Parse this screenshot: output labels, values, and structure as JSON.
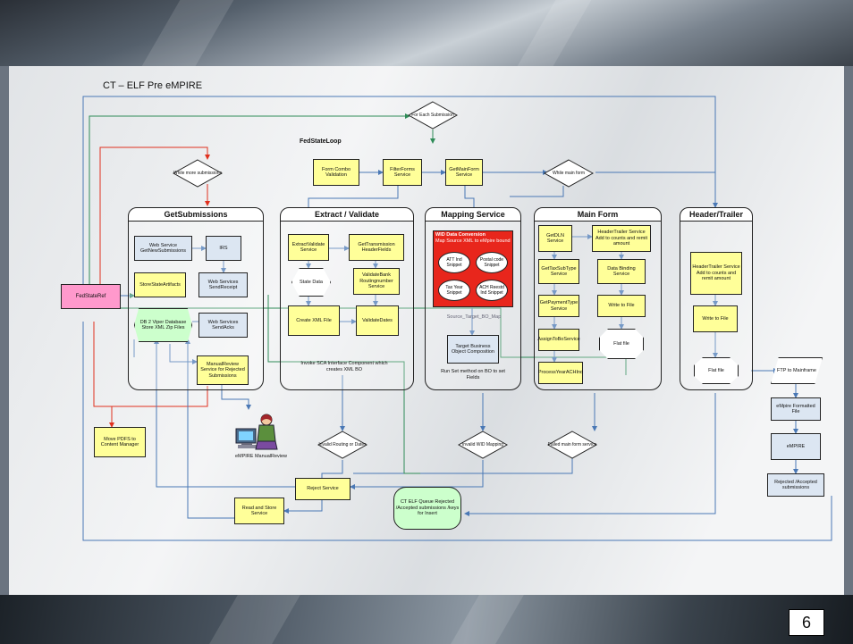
{
  "slide": {
    "title": "CT – ELF Pre eMPIRE",
    "page_number": "6",
    "fedstate_loop_label": "FedStateLoop"
  },
  "lanes": {
    "get_submissions": "GetSubmissions",
    "extract_validate": "Extract / Validate",
    "mapping_service": "Mapping Service",
    "main_form": "Main Form",
    "header_trailer": "Header/Trailer"
  },
  "decisions": {
    "for_each_submission": "For Each Submission",
    "while_more_submissions": "While more submissions",
    "while_main_form": "While main form",
    "invalid_routing": "Invalid Routing or Dates",
    "invalid_wid": "Invalid WID Mapping",
    "failed_main_form": "Failed main form service"
  },
  "top_boxes": {
    "form_combo": "Form Combo Validation",
    "filter_forms": "FilterForms Service",
    "get_main_form": "GetMainForm Service"
  },
  "get_submissions_boxes": {
    "ws_get_new": "Web Service GetNewSubmissions",
    "irs": "IRS",
    "store_state": "StoreStateArtifacts",
    "ws_send_receipt": "Web Services SendReceipt",
    "db2": "DB 2 Viper Database Store XML Zip Files",
    "ws_send_acks": "Web Services SendAcks",
    "manual_review": "ManualReview Service for Rejected Submissions"
  },
  "fedstate_ref": "FedStateRef",
  "extract_boxes": {
    "extract_validate": "ExtractValidate Service",
    "get_transmission": "GetTransmission HeaderFields",
    "state_data": "State Data",
    "validate_bank": "ValidateBank Routingnumber Service",
    "create_xml": "Create XML File",
    "validate_dates": "ValidateDates",
    "invoke_sca": "Invoke SCA Interface Component which creates XML BO"
  },
  "mapping_boxes": {
    "wid_title": "WID Data Conversion",
    "wid_desc": "Map Source XML to eMpire bound",
    "att_ind": "ATT Ind Snippet",
    "postal_code": "Postal code Snippet",
    "tax_year": "Tax Year Snippet",
    "ach_reest": "ACH Reestd Ind Snippet",
    "source_target": "Source_Target_BO_Map",
    "target_business": "Target Business Object Composition",
    "run_set": "Run Set method on BO to set Fields"
  },
  "main_form_boxes": {
    "get_dln": "GetDLN Service",
    "header_trailer_svc": "HeaderTrailer Service Add to counts and remit amount",
    "get_tax_sub": "GetTaxSubType Service",
    "data_binding": "Data Binding Service",
    "get_payment": "GetPaymentType Service",
    "write_file": "Write to File",
    "assign_bo": "AssignToBoService",
    "process_year": "ProcessYearACHInd",
    "flat_file": "Flat file"
  },
  "header_boxes": {
    "header_trailer_svc": "HeaderTrailer Service Add to counts and remit amount",
    "write_file": "Write to File",
    "flat_file": "Flat file"
  },
  "right_flow": {
    "ftp": "FTP to Mainframe",
    "empire_file": "eMpire Formatted File",
    "empire": "eMPIRE",
    "rejected_accepted": "Rejected /Accepted submissions"
  },
  "bottom_boxes": {
    "move_pdfs": "Move PDFS to Content Manager",
    "manual_review_label": "eMPIRE ManualReview",
    "reject_service": "Reject Service",
    "read_store": "Read and Store Service",
    "ct_elf_queue": "CT ELF Queue Rejected /Accepted submissions /keys for Insert"
  },
  "icons": {
    "person": "person-at-computer-icon"
  },
  "colors": {
    "yellow": "#ffff99",
    "green": "#ccffcc",
    "pink": "#ff99cc",
    "red": "#e8261c",
    "arrow_blue": "#4a78b5",
    "arrow_green": "#2e8b57",
    "arrow_red": "#e0301e"
  }
}
